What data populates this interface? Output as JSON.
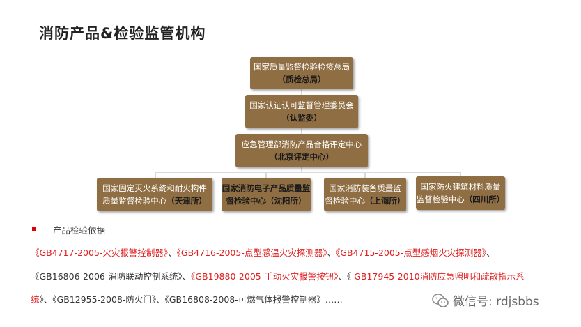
{
  "title": "消防产品&检验监管机构",
  "nodes": {
    "aqsiq": {
      "name": "国家质量监督检验检疫总局",
      "abbr": "（质检总局）"
    },
    "cnca": {
      "name": "国家认证认可监督管理委员会",
      "abbr": "（认监委）"
    },
    "beijing": {
      "name": "应急管理部消防产品合格评定中心",
      "abbr": "（北京评定中心）"
    },
    "tianjin": {
      "line1": "国家固定灭火系统和耐火构件",
      "line2": "质量监督检验中心",
      "abbr": "（天津所）"
    },
    "shenyang": {
      "line1": "国家消防电子产品质量监",
      "line2": "督检验中心（沈阳所）"
    },
    "shanghai": {
      "line1": "国家消防装备质量监",
      "line2": "督检验中心",
      "abbr": "（上海所）"
    },
    "sichuan": {
      "line1": "国家防火建筑材料质量",
      "line2": "监督检验中心",
      "abbr": "（四川所）"
    }
  },
  "basis": {
    "title": "产品检验依据",
    "line1": [
      "《GB4717-2005-火灾报警控制器》",
      "、",
      "《GB4716-2005-点型感温火灾探测器》",
      "、",
      "《GB4715-2005-点型感烟火灾探测器》",
      "、"
    ],
    "line2": [
      "《GB16806-2006-消防联动控制系统》",
      "、",
      "《GB19880-2005-手动火灾报警按钮》",
      "、《 ",
      "GB17945-2010消防应急照明和疏散指示系"
    ],
    "line3": [
      "统",
      "》、《GB12955-2008-防火门》、《GB16808-2008-可燃气体报警控制器》……"
    ]
  },
  "watermark": "微信号: rdjsbbs",
  "colors": {
    "box": "#8f6e44",
    "red": "#e02020"
  }
}
